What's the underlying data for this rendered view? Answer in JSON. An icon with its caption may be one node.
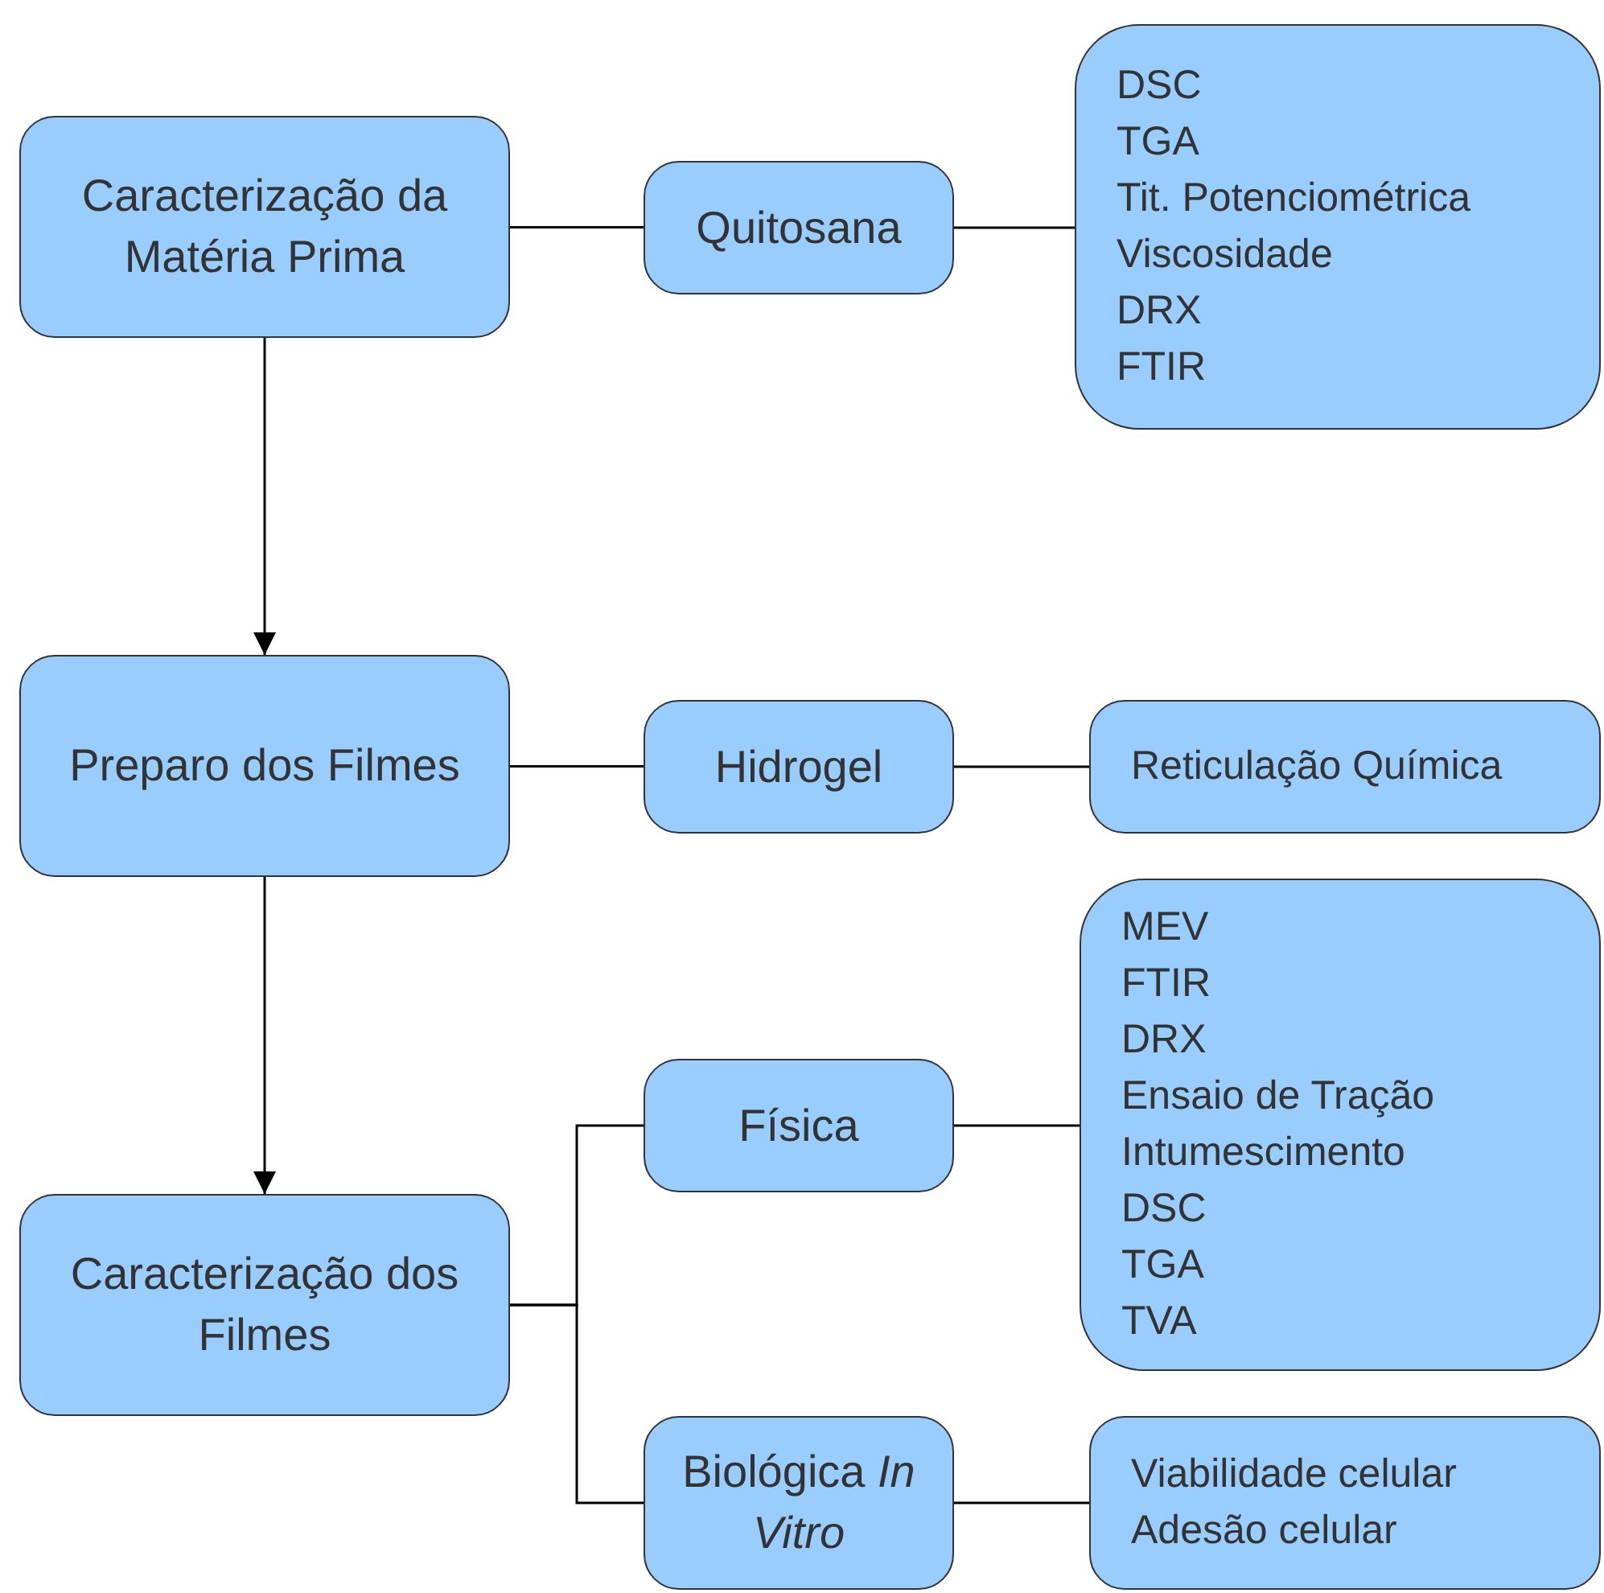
{
  "diagram": {
    "nodes": [
      {
        "text": [
          "Caracterização da Matéria Prima"
        ]
      },
      {
        "text": [
          "Quitosana"
        ]
      },
      {
        "text": [
          "DSC",
          "TGA",
          "Tit. Potenciométrica",
          "Viscosidade",
          "DRX",
          "FTIR"
        ]
      },
      {
        "text": [
          "Preparo dos Filmes"
        ]
      },
      {
        "text": [
          "Hidrogel"
        ]
      },
      {
        "text": [
          "Reticulação Química"
        ]
      },
      {
        "text": [
          "Caracterização dos Filmes"
        ]
      },
      {
        "text": [
          "Física"
        ]
      },
      {
        "text": [
          "MEV",
          "FTIR",
          "DRX",
          "Ensaio de Tração",
          "Intumescimento",
          "DSC",
          "TGA",
          "TVA"
        ]
      },
      {
        "text": [
          "Biológica *In Vitro*"
        ]
      },
      {
        "text": [
          "Viabilidade celular",
          "Adesão celular"
        ]
      }
    ],
    "edges": [
      {
        "from": 0,
        "to": 1,
        "arrow": "none"
      },
      {
        "from": 1,
        "to": 2,
        "arrow": "none"
      },
      {
        "from": 0,
        "to": 3,
        "arrow": "to"
      },
      {
        "from": 3,
        "to": 4,
        "arrow": "none"
      },
      {
        "from": 4,
        "to": 5,
        "arrow": "none"
      },
      {
        "from": 3,
        "to": 6,
        "arrow": "to"
      },
      {
        "from": 6,
        "to": 7,
        "arrow": "none"
      },
      {
        "from": 6,
        "to": 9,
        "arrow": "none"
      },
      {
        "from": 7,
        "to": 8,
        "arrow": "none"
      },
      {
        "from": 9,
        "to": 10,
        "arrow": "none"
      }
    ]
  }
}
